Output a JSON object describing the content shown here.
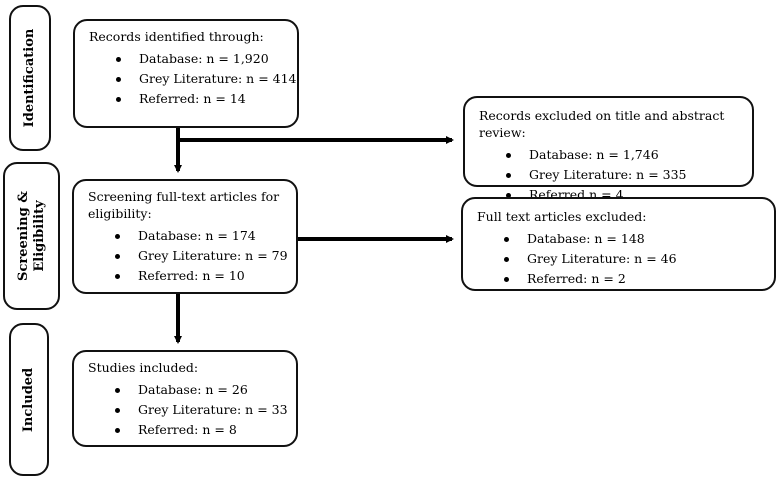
{
  "stages": {
    "identification": "Identification",
    "screening": [
      "Screening &",
      "Eligibility"
    ],
    "included": "Included"
  },
  "identification_box": {
    "title": "Records identified through:",
    "items": [
      "Database: n = 1,920",
      "Grey Literature: n = 414",
      "Referred: n = 14"
    ]
  },
  "excluded_title_abstract_box": {
    "title": "Records excluded on title and abstract review:",
    "items": [
      "Database: n = 1,746",
      "Grey Literature: n = 335",
      "Referred n = 4"
    ]
  },
  "screening_box": {
    "title_line1": "Screening full-text articles for",
    "title_line2": "eligibility:",
    "items": [
      "Database: n = 174",
      "Grey Literature: n = 79",
      "Referred: n = 10"
    ]
  },
  "fulltext_excluded_box": {
    "title": "Full text articles excluded:",
    "items": [
      "Database: n = 148",
      "Grey Literature: n = 46",
      "Referred: n = 2"
    ]
  },
  "included_box": {
    "title": "Studies included:",
    "items": [
      "Database: n = 26",
      "Grey Literature: n = 33",
      "Referred: n = 8"
    ]
  }
}
